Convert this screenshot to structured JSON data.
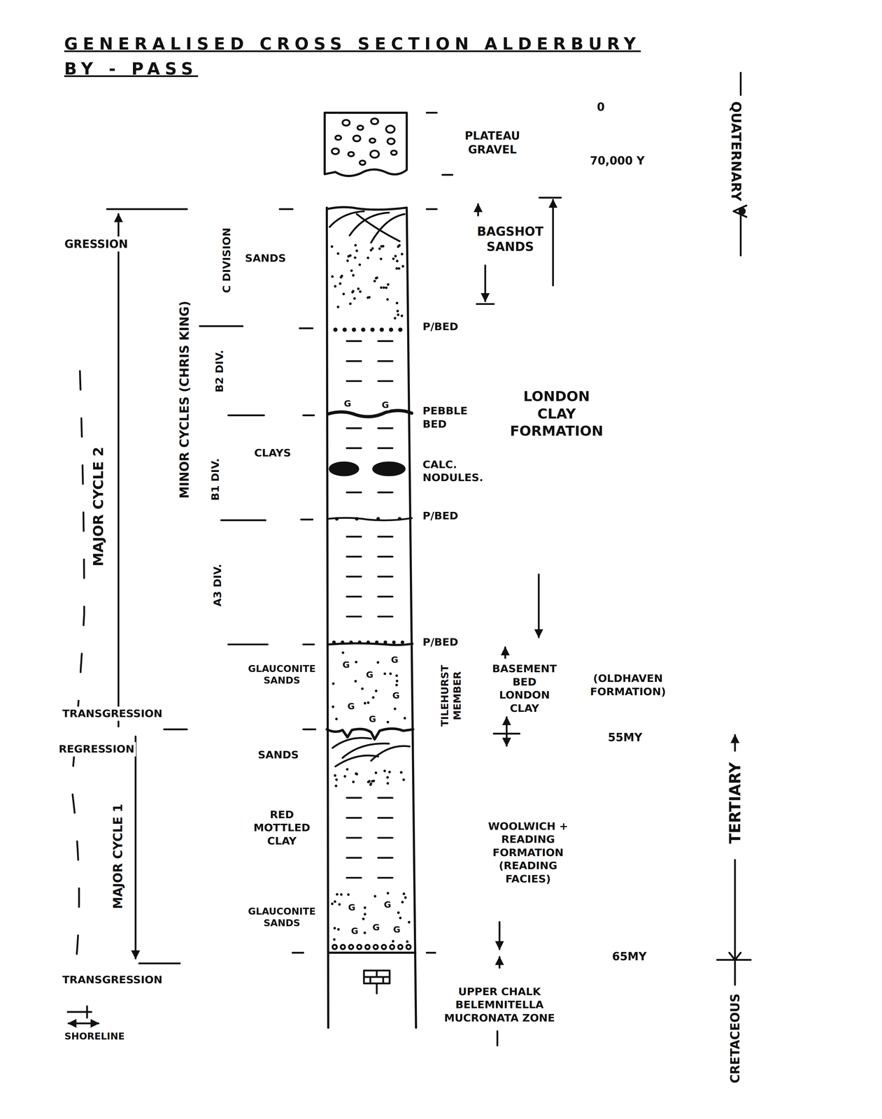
{
  "diagram": {
    "title": "GENERALISED CROSS SECTION ALDERBURY BY - PASS",
    "labels": [
      "0",
      "PLATEAU GRAVEL",
      "70,000 Y",
      "QUATERNARY",
      "GRESSION",
      "C DIVISION",
      "SANDS",
      "BAGSHOT SANDS",
      "P/BED",
      "MINOR CYCLES (CHRIS KING)",
      "B2 DIV.",
      "LONDON CLAY FORMATION",
      "G",
      "G",
      "PEBBLE BED",
      "MAJOR CYCLE 2",
      "B1 DIV.",
      "CLAYS",
      "CALC. NODULES.",
      "P/BED",
      "A3 DIV.",
      "P/BED",
      "GLAUCONITE SANDS",
      "G",
      "G",
      "G",
      "G",
      "G",
      "G",
      "TILEHURST MEMBER",
      "BASEMENT BED LONDON CLAY",
      "(OLDHAVEN FORMATION)",
      "TRANSGRESSION",
      "REGRESSION",
      "55MY",
      "SANDS",
      "RED MOTTLED CLAY",
      "WOOLWICH + READING FORMATION (READING FACIES)",
      "TERTIARY",
      "MAJOR CYCLE 1",
      "GLAUCONITE SANDS",
      "G",
      "G",
      "G",
      "G",
      "G",
      "65MY",
      "TRANSGRESSION",
      "UPPER CHALK BELEMNITELLA MUCRONATA ZONE",
      "CRETACEOUS",
      "SHORELINE"
    ]
  }
}
